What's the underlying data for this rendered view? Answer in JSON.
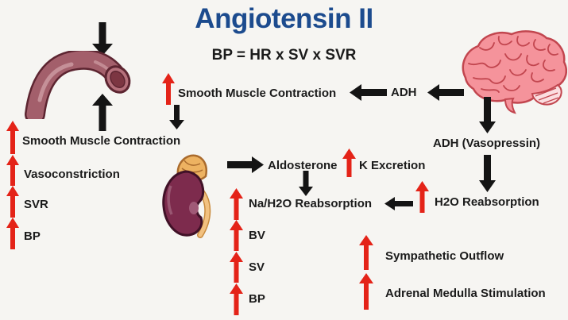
{
  "title": "Angiotensin II",
  "formula": "BP = HR x SV x SVR",
  "colors": {
    "title_blue": "#1c4b8e",
    "label_text": "#1b1b1b",
    "arrow_red": "#e42318",
    "arrow_black": "#141414",
    "background": "#f6f5f2",
    "vessel_fill": "#a35f6b",
    "brain_fill": "#f5939b",
    "kidney_fill": "#7d2b4d",
    "adrenal_fill": "#edb261"
  },
  "vessel_pathway": {
    "effects": [
      "Smooth Muscle Contraction",
      "Vasoconstriction",
      "SVR",
      "BP"
    ]
  },
  "top_pathway": {
    "smooth_muscle_contraction": "Smooth Muscle Contraction",
    "adh": "ADH"
  },
  "brain_pathway": {
    "adh_vasopressin": "ADH (Vasopressin)",
    "h2o_reabsorption": "H2O Reabsorption"
  },
  "kidney_pathway": {
    "aldosterone": "Aldosterone",
    "k_excretion": "K Excretion",
    "na_h2o_reabsorption": "Na/H2O Reabsorption",
    "effects": [
      "BV",
      "SV",
      "BP"
    ]
  },
  "sympathetic_pathway": {
    "sympathetic_outflow": "Sympathetic Outflow",
    "adrenal_medulla_stimulation": "Adrenal Medulla Stimulation"
  },
  "icons": {
    "increase_arrow": "↑",
    "flow_up_arrow": "↑",
    "flow_down_arrow": "↓",
    "flow_left_arrow": "←",
    "flow_right_arrow": "→"
  }
}
